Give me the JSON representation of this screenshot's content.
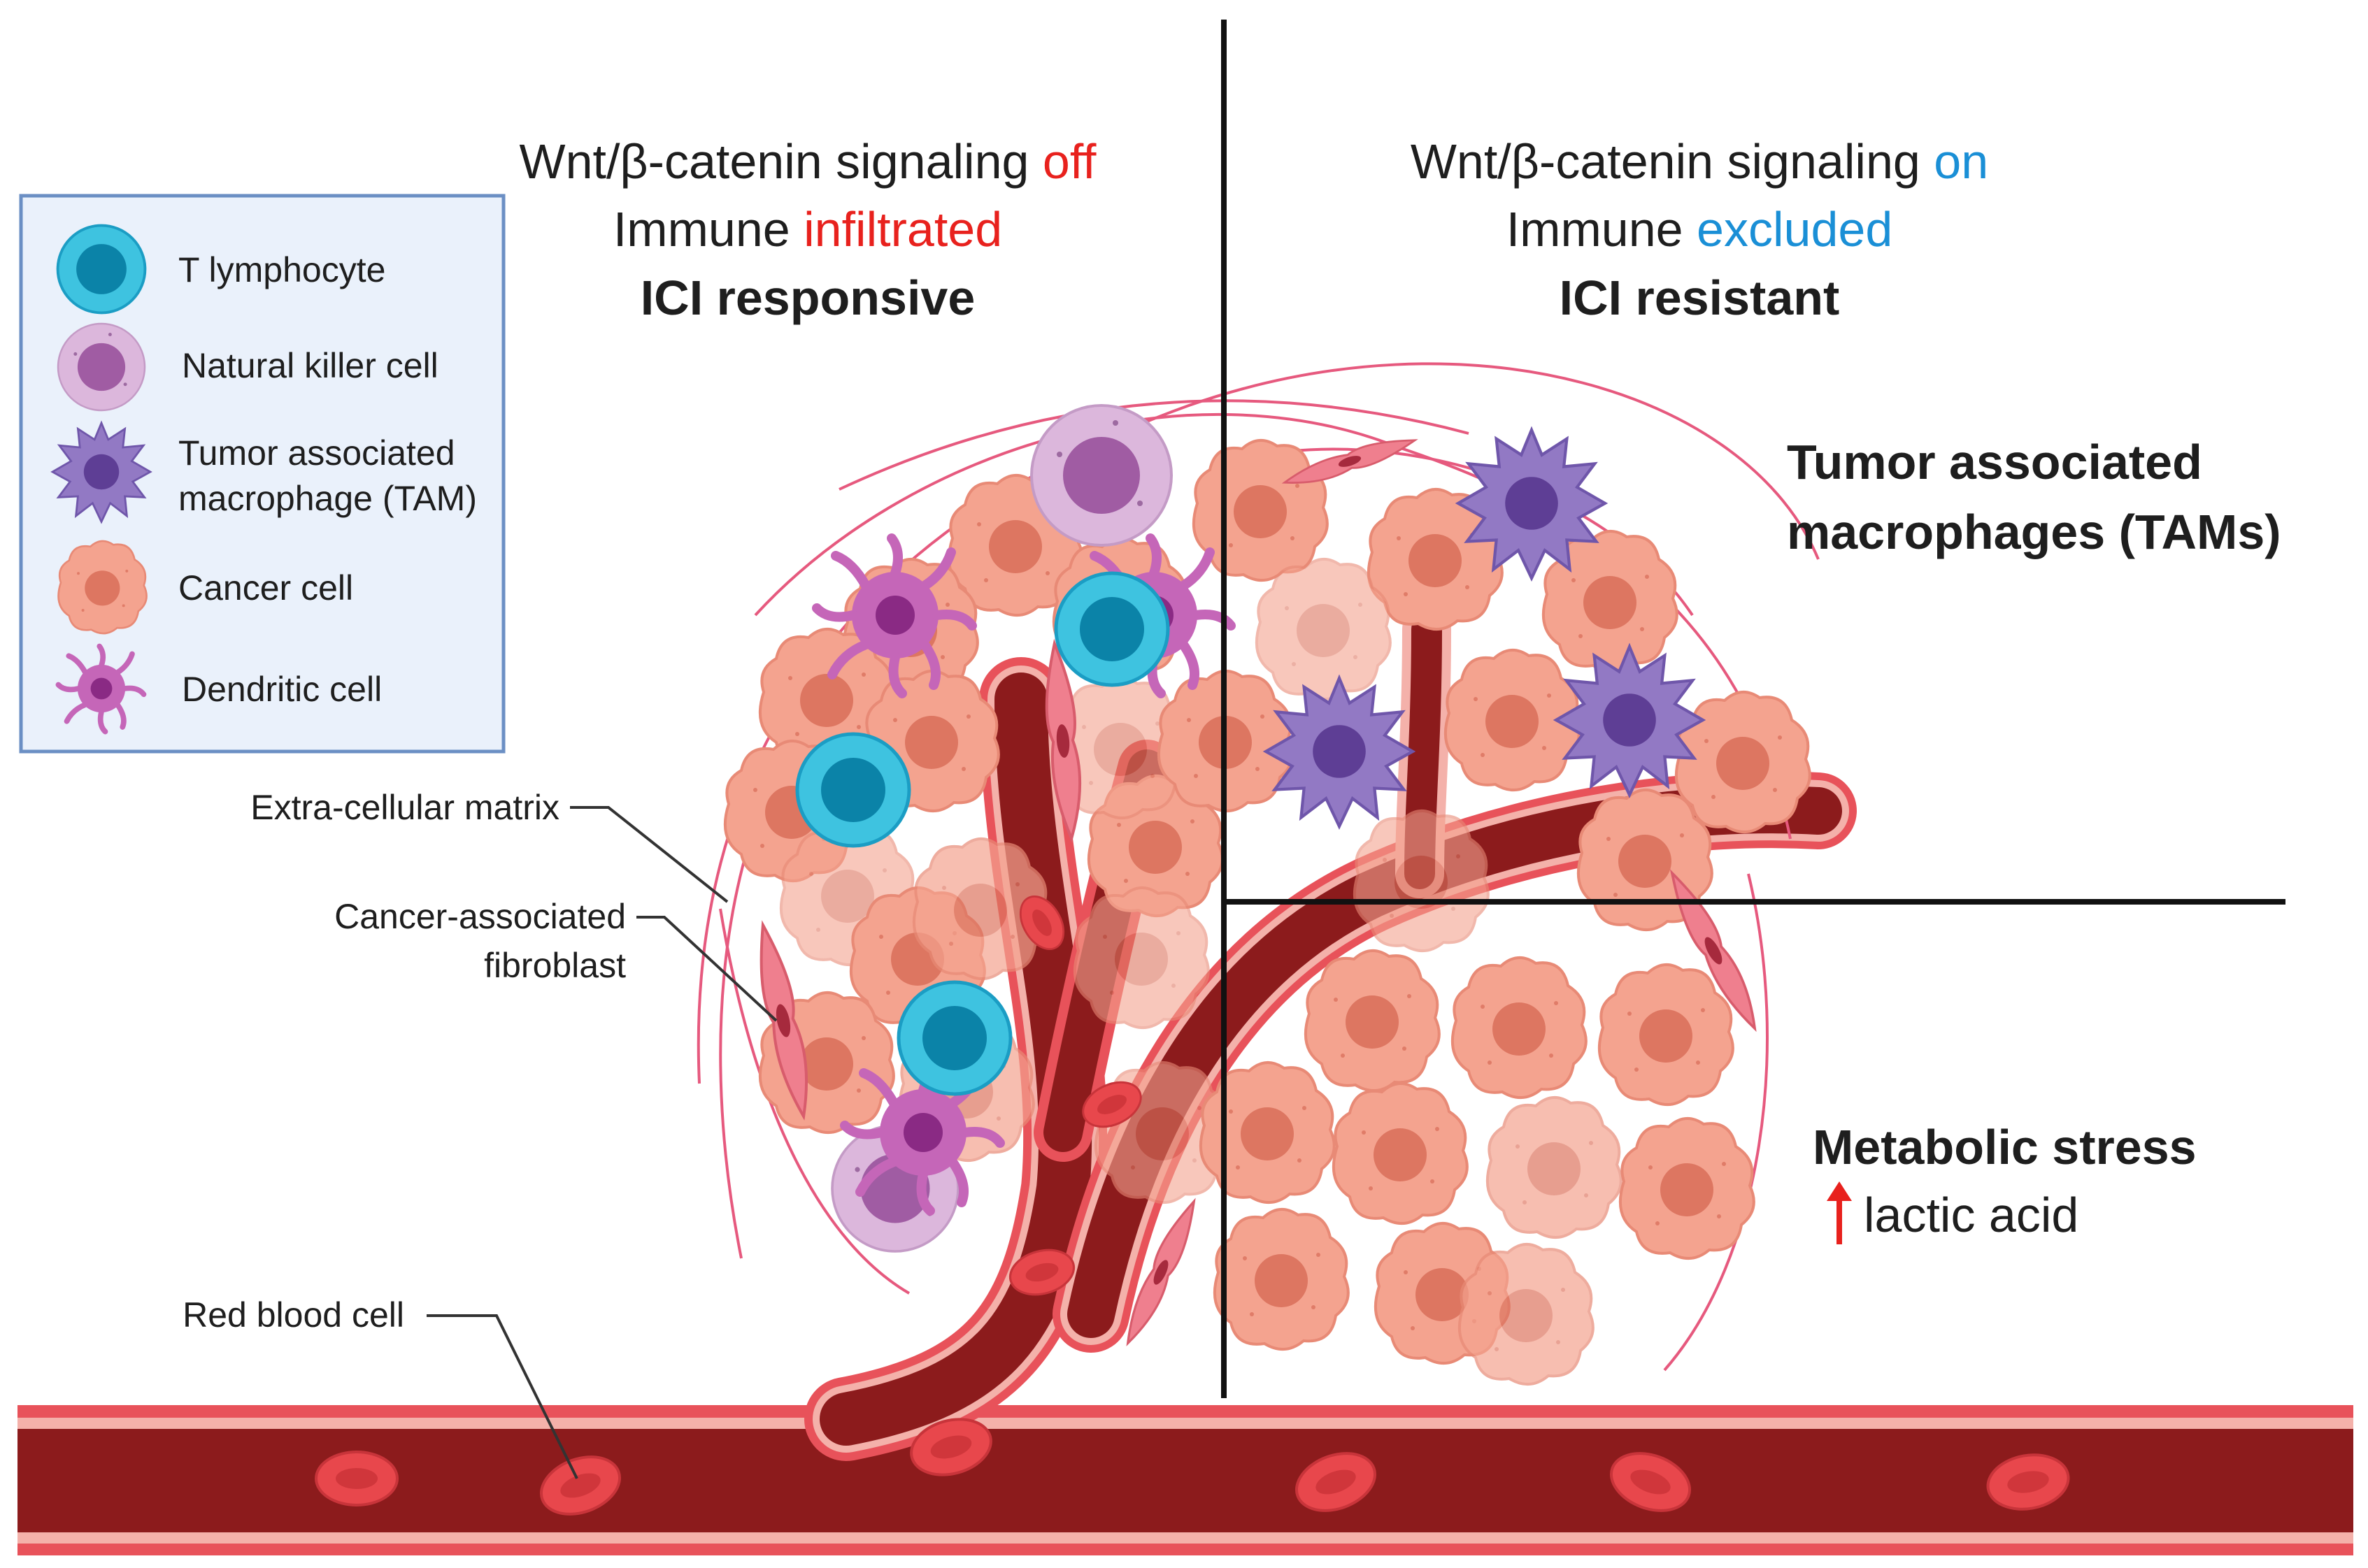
{
  "headers": {
    "left": {
      "line1_prefix": "Wnt/β-catenin signaling ",
      "line1_state": "off",
      "line2_prefix": "Immune ",
      "line2_state": "infiltrated",
      "line3": "ICI responsive",
      "state_color": "#e8211d"
    },
    "right": {
      "line1_prefix": "Wnt/β-catenin signaling ",
      "line1_state": "on",
      "line2_prefix": "Immune ",
      "line2_state": "excluded",
      "line3": "ICI resistant",
      "state_color": "#1a8fd6"
    }
  },
  "legend": {
    "items": [
      {
        "label": "T lymphocyte",
        "icon": "t-lymphocyte-icon"
      },
      {
        "label": "Natural killer cell",
        "icon": "nk-cell-icon"
      },
      {
        "label_line1": "Tumor associated",
        "label_line2": "macrophage (TAM)",
        "icon": "tam-icon"
      },
      {
        "label": "Cancer cell",
        "icon": "cancer-cell-icon"
      },
      {
        "label": "Dendritic cell",
        "icon": "dendritic-cell-icon"
      }
    ]
  },
  "annotations": {
    "ecm": "Extra-cellular matrix",
    "caf_line1": "Cancer-associated",
    "caf_line2": "fibroblast",
    "rbc": "Red blood cell"
  },
  "right_labels": {
    "tams_line1": "Tumor associated",
    "tams_line2": "macrophages (TAMs)",
    "metabolic": "Metabolic stress",
    "lactic": "lactic acid"
  },
  "colors": {
    "vessel_dark": "#8c1b1c",
    "vessel_wall": "#e8525a",
    "vessel_pink": "#f4b1aa",
    "rbc": "#e8474c",
    "cancer_fill": "#f4a38f",
    "cancer_nucleus": "#dd7661",
    "t_cell": "#3ec3e0",
    "t_nucleus": "#0b83a8",
    "nk_fill": "#cf9fcf",
    "nk_nucleus": "#a05ca3",
    "tam_fill": "#9279c4",
    "tam_nucleus": "#5e3e95",
    "dc_fill": "#c566b8",
    "dc_nucleus": "#8a2a84",
    "arrow": "#e8211d",
    "axis": "#111111"
  }
}
